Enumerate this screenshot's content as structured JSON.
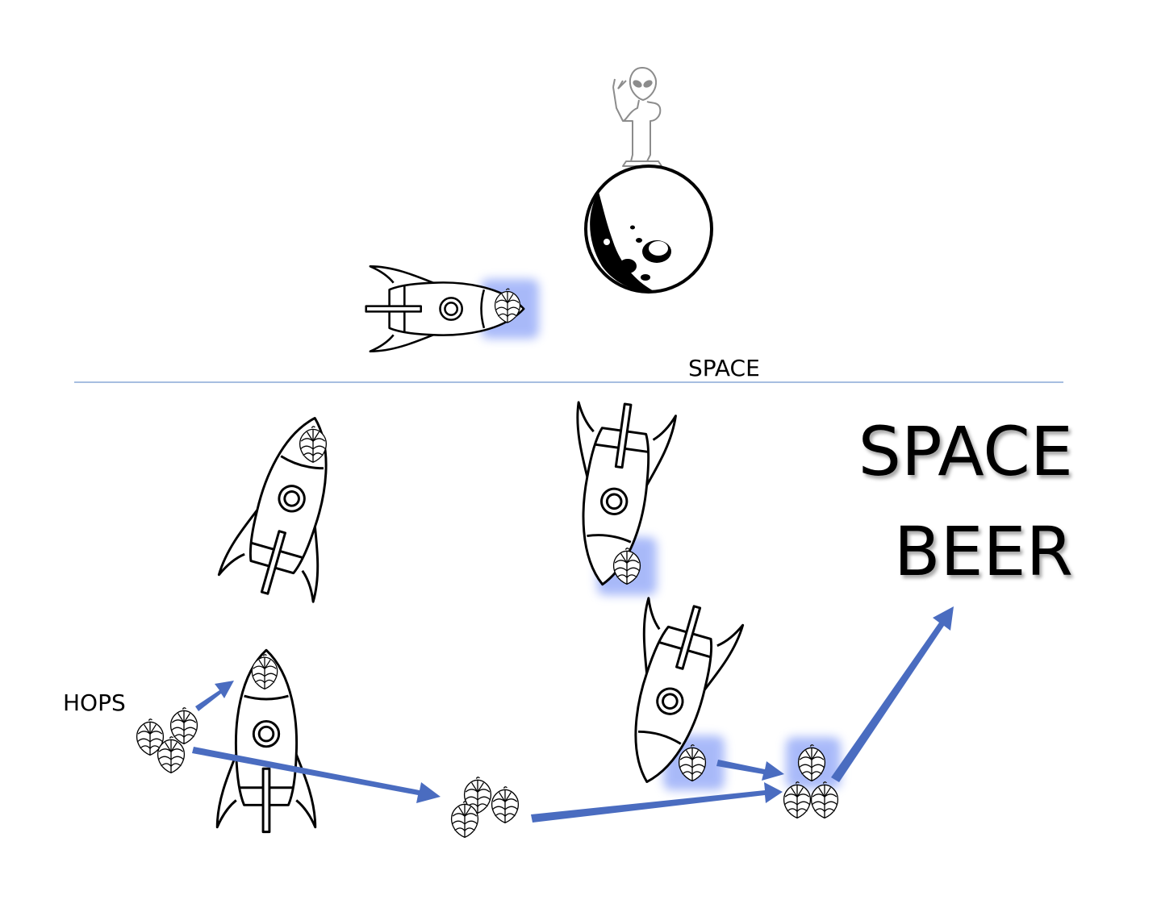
{
  "labels": {
    "space_boundary": "SPACE",
    "hops": "HOPS",
    "title_line1": "SPACE",
    "title_line2": "BEER"
  },
  "colors": {
    "arrow": "#4a6cc0",
    "highlight": "#6f8cf5",
    "boundary_line": "#8aa8d6",
    "ink": "#000000",
    "alien": "#9a9a9a"
  },
  "icons": [
    "alien-icon",
    "moon-icon",
    "rocket-icon",
    "hop-cone-icon",
    "arrow-icon"
  ]
}
